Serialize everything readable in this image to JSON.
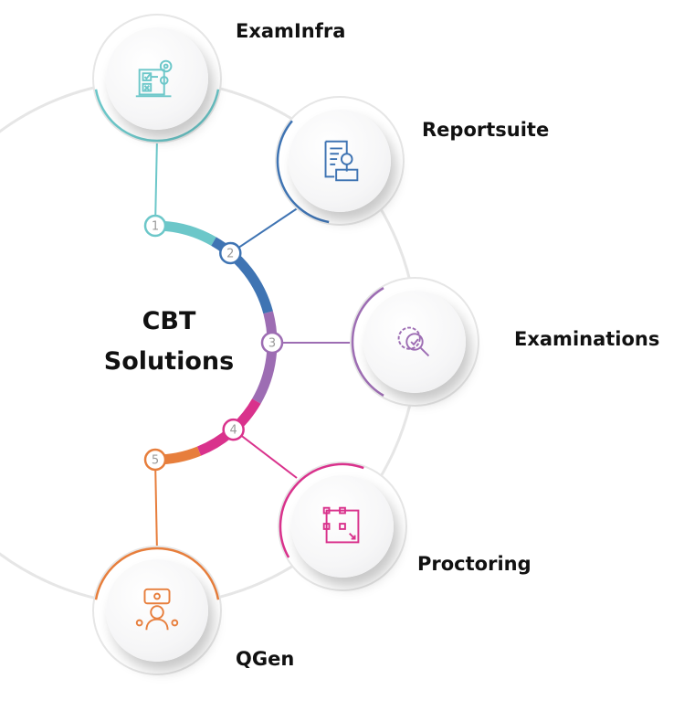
{
  "title": "CBT Solutions",
  "title_lines": [
    "CBT",
    "Solutions"
  ],
  "items": [
    {
      "number": "1",
      "label": "ExamInfra",
      "icon": "exam-infrastructure-icon",
      "color": "#6cc7c9"
    },
    {
      "number": "2",
      "label": "Reportsuite",
      "icon": "report-search-icon",
      "color": "#3f74b3"
    },
    {
      "number": "3",
      "label": "Examinations",
      "icon": "gear-search-icon",
      "color": "#9d6db3"
    },
    {
      "number": "4",
      "label": "Proctoring",
      "icon": "proctoring-frame-icon",
      "color": "#d9328c"
    },
    {
      "number": "5",
      "label": "QGen",
      "icon": "question-generator-icon",
      "color": "#e77e3c"
    }
  ]
}
